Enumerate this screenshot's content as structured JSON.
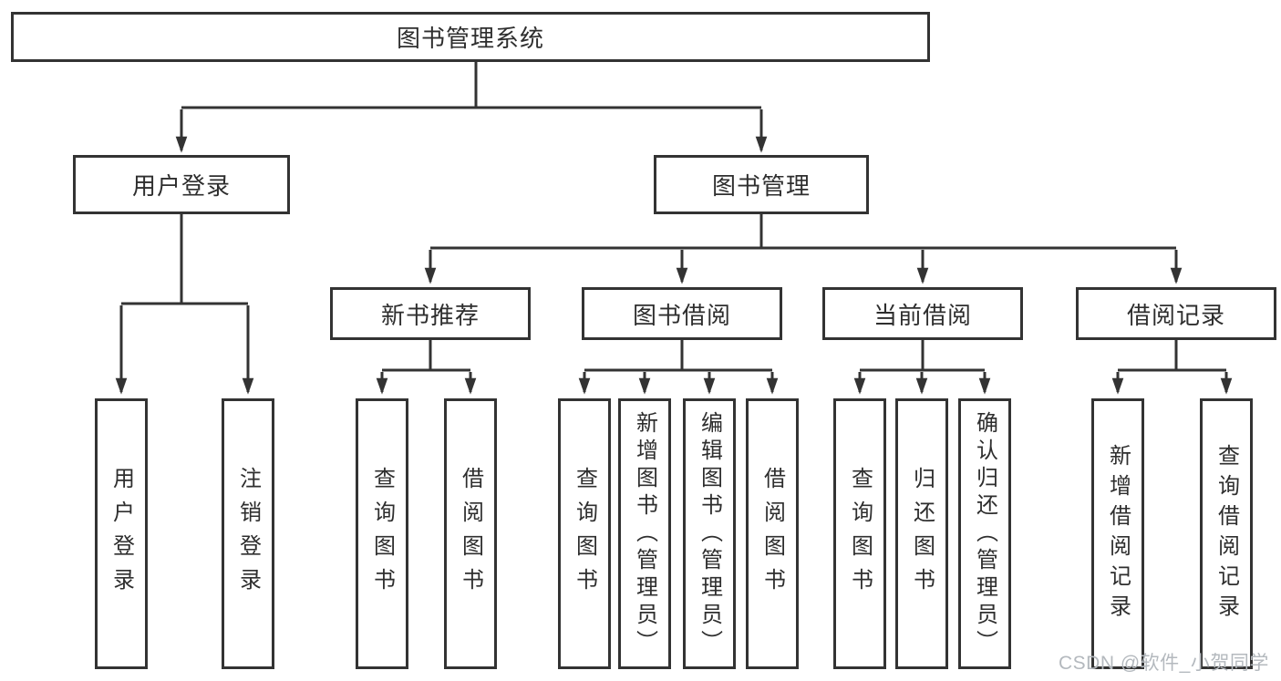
{
  "tree": {
    "label": "图书管理系统",
    "children": [
      {
        "label": "用户登录",
        "children": [
          {
            "label": "用户登录"
          },
          {
            "label": "注销登录"
          }
        ]
      },
      {
        "label": "图书管理",
        "children": [
          {
            "label": "新书推荐",
            "children": [
              {
                "label": "查询图书"
              },
              {
                "label": "借阅图书"
              }
            ]
          },
          {
            "label": "图书借阅",
            "children": [
              {
                "label": "查询图书"
              },
              {
                "label": "新增图书（管理员）"
              },
              {
                "label": "编辑图书（管理员）"
              },
              {
                "label": "借阅图书"
              }
            ]
          },
          {
            "label": "当前借阅",
            "children": [
              {
                "label": "查询图书"
              },
              {
                "label": "归还图书"
              },
              {
                "label": "确认归还（管理员）"
              }
            ]
          },
          {
            "label": "借阅记录",
            "children": [
              {
                "label": "新增借阅记录"
              },
              {
                "label": "查询借阅记录"
              }
            ]
          }
        ]
      }
    ]
  },
  "watermark": "CSDN @软件_小贺同学",
  "colors": {
    "line": "#333333",
    "text": "#2e2e2e",
    "background": "#ffffff",
    "watermark": "#b4b9be"
  }
}
